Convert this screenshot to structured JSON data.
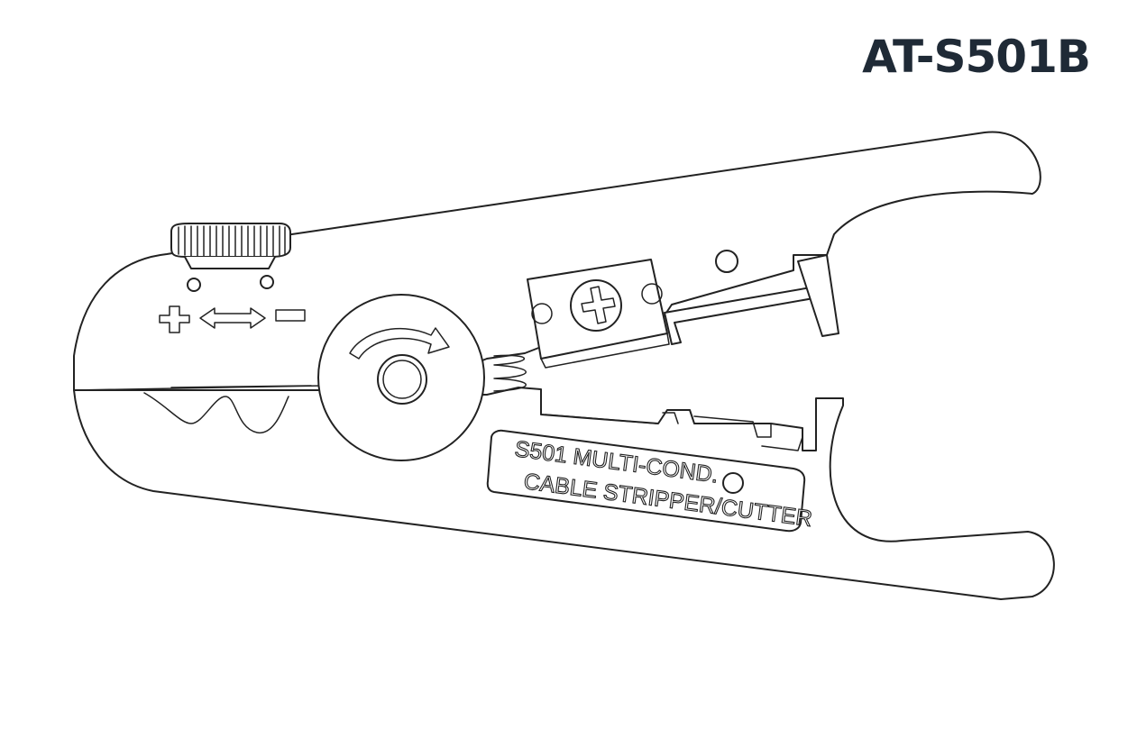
{
  "header": {
    "model": "AT-S501B"
  },
  "label_plate": {
    "line1": "S501 MULTI-COND.",
    "line2": "CABLE STRIPPER/CUTTER"
  },
  "colors": {
    "ink": "#222222",
    "title": "#1f2a36",
    "background": "#ffffff"
  },
  "icons": {
    "plus": "plus-icon",
    "double_arrow": "double-arrow-icon",
    "minus": "minus-icon",
    "rotate_arrow": "rotate-arrow-icon"
  }
}
